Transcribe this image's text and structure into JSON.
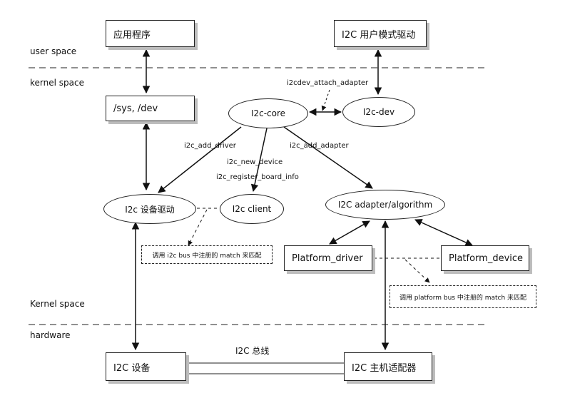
{
  "lanes": {
    "user": "user space",
    "kernel_top": "kernel space",
    "kernel_bottom": "Kernel space",
    "hardware": "hardware"
  },
  "nodes": {
    "app": "应用程序",
    "i2c_user_driver": "I2C 用户模式驱动",
    "sys_dev": "/sys, /dev",
    "i2c_core": "I2c-core",
    "i2c_dev": "I2c-dev",
    "i2c_device_driver": "I2c 设备驱动",
    "i2c_client": "I2c client",
    "i2c_adapter_algorithm": "I2C adapter/algorithm",
    "platform_driver": "Platform_driver",
    "platform_device": "Platform_device",
    "i2c_device": "I2C 设备",
    "i2c_host_adapter": "I2C 主机适配器"
  },
  "edges": {
    "i2cdev_attach_adapter": "i2cdev_attach_adapter",
    "i2c_add_driver": "i2c_add_driver",
    "i2c_new_device": "i2c_new_device",
    "i2c_register_board_info": "i2c_register_board_info",
    "i2c_add_adapter": "i2c_add_adapter",
    "i2c_bus": "I2C 总线"
  },
  "notes": {
    "i2c_match": "调用 i2c bus 中注册的 match 来匹配",
    "platform_match": "调用 platform bus 中注册的 match 来匹配"
  },
  "colors": {
    "line": "#222222",
    "shadow": "#bdbdbd"
  }
}
